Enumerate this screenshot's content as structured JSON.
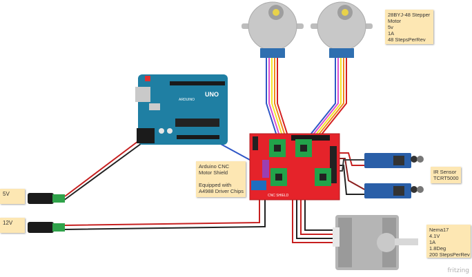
{
  "notes": {
    "stepper": [
      "28BYJ-48 Stepper",
      "Motor",
      "5v",
      "1A",
      "48 StepsPerRev"
    ],
    "cnc": [
      "Arduino CNC",
      "Motor Shield",
      "",
      "Equipped with",
      "A4988 Driver Chips"
    ],
    "ir": [
      "IR Sensor",
      "TCRT5000"
    ],
    "nema": [
      "Nema17",
      "4.1V",
      "1A",
      "1.8Deg",
      "200 StepsPerRev"
    ],
    "v5": "5V",
    "v12": "12V"
  },
  "board_text": {
    "uno": "UNO",
    "arduino": "ARDUINO",
    "shield": "CNC SHIELD"
  },
  "watermark": "fritzing",
  "colors": {
    "arduino": "#1f7fa3",
    "shield": "#e5232a",
    "driver": "#22a34a",
    "sensor": "#2a5fa8",
    "note": "#fde7b3",
    "wire_red": "#c61f1f",
    "wire_black": "#222222"
  }
}
